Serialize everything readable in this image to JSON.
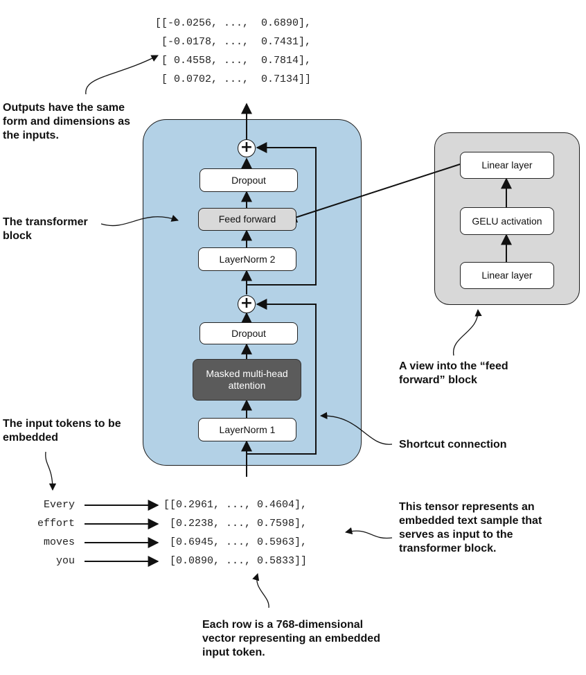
{
  "output_tensor": [
    "[[-0.0256, ...,  0.6890],",
    " [-0.0178, ...,  0.7431],",
    " [ 0.4558, ...,  0.7814],",
    " [ 0.0702, ...,  0.7134]]"
  ],
  "input_tensor": [
    "[[0.2961, ..., 0.4604],",
    " [0.2238, ..., 0.7598],",
    " [0.6945, ..., 0.5963],",
    " [0.0890, ..., 0.5833]]"
  ],
  "tokens": [
    "Every",
    "effort",
    "moves",
    "you"
  ],
  "blocks": {
    "dropout_top": "Dropout",
    "feed_forward": "Feed forward",
    "layernorm2": "LayerNorm 2",
    "dropout_bottom": "Dropout",
    "attention": "Masked multi-head attention",
    "layernorm1": "LayerNorm 1",
    "plus_symbol": "+"
  },
  "feed_forward_view": {
    "linear_top": "Linear layer",
    "gelu": "GELU activation",
    "linear_bottom": "Linear layer"
  },
  "annotations": {
    "outputs": "Outputs have the same form and dimensions as the inputs.",
    "transformer_block": "The transformer block",
    "view_ff": "A view into the  “feed forward” block",
    "input_tokens": "The input tokens to be embedded",
    "shortcut": "Shortcut connection",
    "tensor": "This tensor represents an embedded text sample that serves as input to the transformer block.",
    "row": "Each row is a 768-dimensional vector representing an embedded input token."
  },
  "colors": {
    "transformer_panel": "#b3d1e6",
    "ff_panel": "#d8d8d8",
    "feed_forward_box": "#d9d9d9",
    "attention_box": "#5b5b5b"
  }
}
